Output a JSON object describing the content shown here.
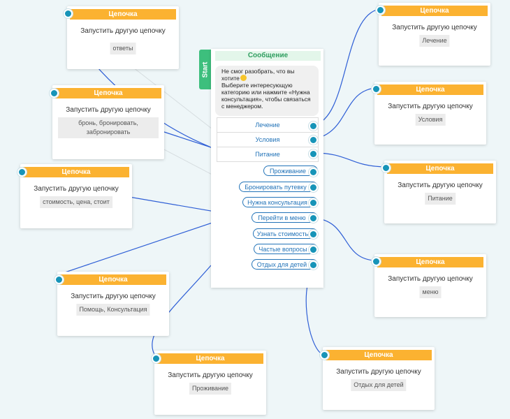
{
  "colors": {
    "chain_header": "#fbb231",
    "start": "#3dbf7d",
    "link": "#2273b8",
    "port": "#1794b8",
    "edge": "#2f5fd6"
  },
  "start": {
    "tab_label": "Start",
    "header": "Сообщение",
    "text_lines": [
      "Не смог разобрать, что вы",
      "хотите",
      "Выберите интересующую",
      "категорию или нажмите «Нужна",
      "консультация», чтобы связаться",
      "с менеджером."
    ],
    "emoji_icon": "smile-emoji-icon",
    "buttons": [
      "Лечение",
      "Условия",
      "Питание"
    ],
    "quick_replies": [
      "Проживание",
      "Бронировать путевку",
      "Нужна консультация",
      "Перейти в меню",
      "Узнать стоимость",
      "Частые вопросы",
      "Отдых для детей"
    ]
  },
  "chains": [
    {
      "title": "Цепочка",
      "action": "Запустить другую цепочку",
      "target": "ответы"
    },
    {
      "title": "Цепочка",
      "action": "Запустить другую цепочку",
      "target": "бронь, бронировать, забронировать"
    },
    {
      "title": "Цепочка",
      "action": "Запустить другую цепочку",
      "target": "стоимость, цена, стоит"
    },
    {
      "title": "Цепочка",
      "action": "Запустить другую цепочку",
      "target": "Помощь, Консультация"
    },
    {
      "title": "Цепочка",
      "action": "Запустить другую цепочку",
      "target": "Проживание"
    },
    {
      "title": "Цепочка",
      "action": "Запустить другую цепочку",
      "target": "Лечение"
    },
    {
      "title": "Цепочка",
      "action": "Запустить другую цепочку",
      "target": "Условия"
    },
    {
      "title": "Цепочка",
      "action": "Запустить другую цепочку",
      "target": "Питание"
    },
    {
      "title": "Цепочка",
      "action": "Запустить другую цепочку",
      "target": "меню"
    },
    {
      "title": "Цепочка",
      "action": "Запустить другую цепочку",
      "target": "Отдых для детей"
    }
  ]
}
